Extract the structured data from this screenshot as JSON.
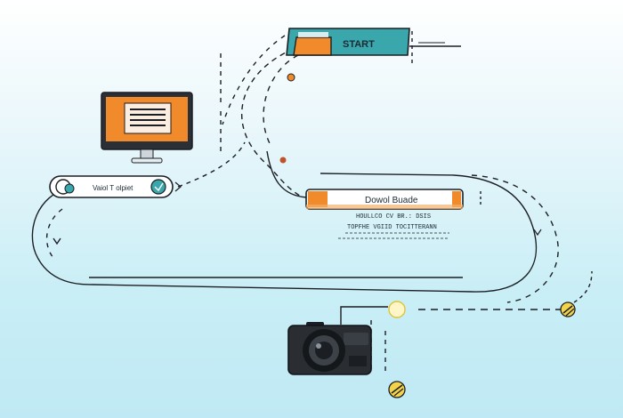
{
  "start_bar": {
    "label": "START"
  },
  "monitor": {
    "name": "computer-monitor-icon"
  },
  "left_pill": {
    "label": "Vaiol T olpiet"
  },
  "download_bar": {
    "label": "Dowol Buade"
  },
  "caption": {
    "line1": "HOULLCO CV BR.: DSIS",
    "line2": "TOPFHE VGIID TOCITTERANN"
  },
  "camera": {
    "name": "camera-icon"
  },
  "colors": {
    "teal": "#3aa7ad",
    "orange": "#f08a2b",
    "yellow": "#f3d34a",
    "dark": "#1b1f24"
  }
}
